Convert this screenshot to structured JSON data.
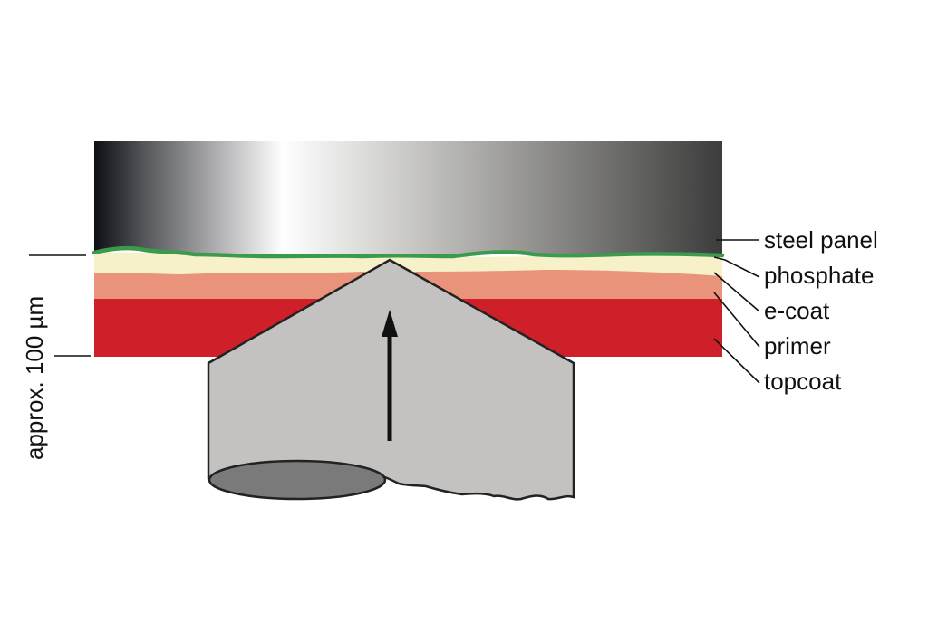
{
  "labels": {
    "steel_panel": "steel panel",
    "phosphate": "phosphate",
    "ecoat": "e-coat",
    "primer": "primer",
    "topcoat": "topcoat",
    "thickness": "approx. 100 µm"
  },
  "colors": {
    "steel_dark": "#0d0f14",
    "steel_light": "#ffffff",
    "steel_mid": "#a9a8a4",
    "steel_end": "#3c3c3c",
    "phosphate": "#f7f1c9",
    "ecoat": "#e8937a",
    "primer_topcoat": "#cf1f29",
    "green_edge": "#3a9a4e",
    "chisel": "#c3c2c0",
    "chisel_end": "#7a7a7a",
    "outline": "#222222"
  }
}
